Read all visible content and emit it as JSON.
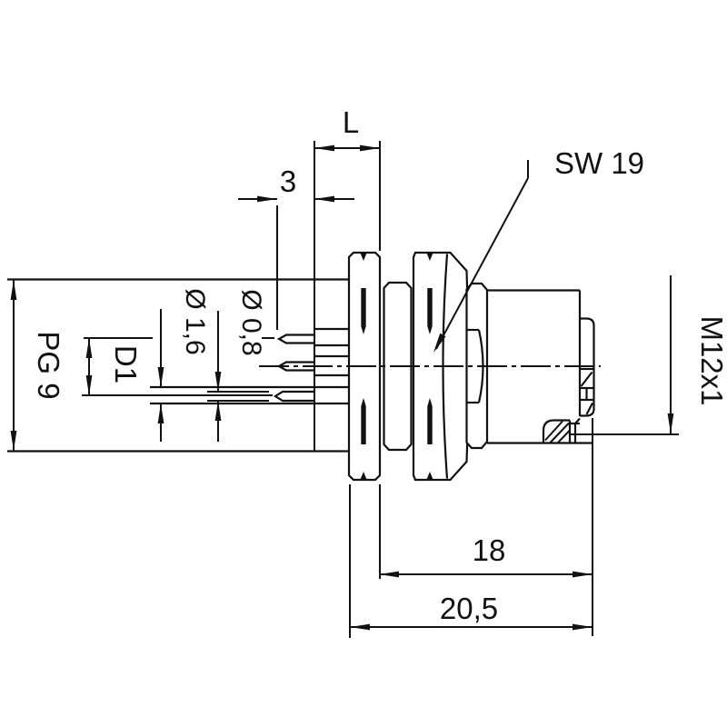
{
  "drawing": {
    "type": "technical-dimension-drawing",
    "subject": "circular-connector-panel-mount-side-view",
    "background_color": "#ffffff",
    "line_color": "#111111",
    "dimensions": {
      "body_length": "L",
      "pin_protrusion": "3",
      "hex_wrench_size": "SW 19",
      "rear_thread": "PG 9",
      "pitch_circle_diameter": "D1",
      "solder_cup_diameter": "Ø 1,6",
      "pin_diameter": "Ø 0,8",
      "mating_thread": "M12x1",
      "thread_section_length": "18",
      "total_front_length": "20,5"
    }
  }
}
